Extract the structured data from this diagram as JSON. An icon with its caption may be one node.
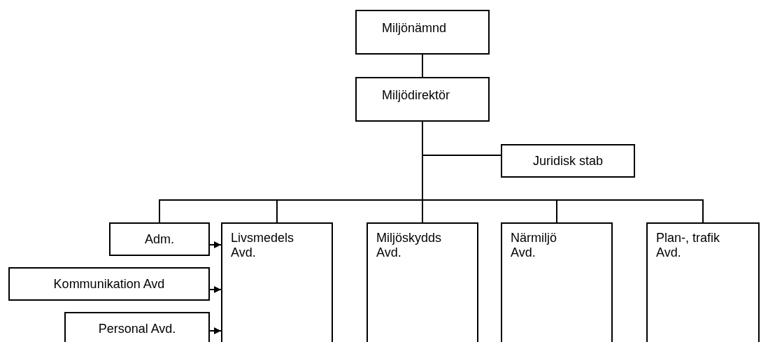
{
  "diagram": {
    "nodes": [
      {
        "text": [
          "Miljönämnd"
        ]
      },
      {
        "text": [
          "Miljödirektör"
        ]
      },
      {
        "text": [
          "Juridisk stab"
        ]
      },
      {
        "text": [
          "Adm."
        ]
      },
      {
        "text": [
          "Livsmedels Avd."
        ]
      },
      {
        "text": [
          "Miljöskydds Avd."
        ]
      },
      {
        "text": [
          "Närmiljö Avd."
        ]
      },
      {
        "text": [
          "Plan-, trafik Avd."
        ]
      },
      {
        "text": [
          "Kommunikation Avd"
        ]
      },
      {
        "text": [
          "Personal Avd."
        ]
      }
    ],
    "edges": [
      {
        "from": 0,
        "to": 1,
        "arrow": "none"
      },
      {
        "from": 1,
        "to": 2,
        "arrow": "none"
      },
      {
        "from": 1,
        "to": 3,
        "arrow": "none"
      },
      {
        "from": 1,
        "to": 4,
        "arrow": "none"
      },
      {
        "from": 1,
        "to": 5,
        "arrow": "none"
      },
      {
        "from": 1,
        "to": 6,
        "arrow": "none"
      },
      {
        "from": 1,
        "to": 7,
        "arrow": "none"
      },
      {
        "from": 3,
        "to": 4,
        "arrow": "to"
      },
      {
        "from": 8,
        "to": 4,
        "arrow": "to"
      },
      {
        "from": 9,
        "to": 4,
        "arrow": "to"
      }
    ]
  }
}
